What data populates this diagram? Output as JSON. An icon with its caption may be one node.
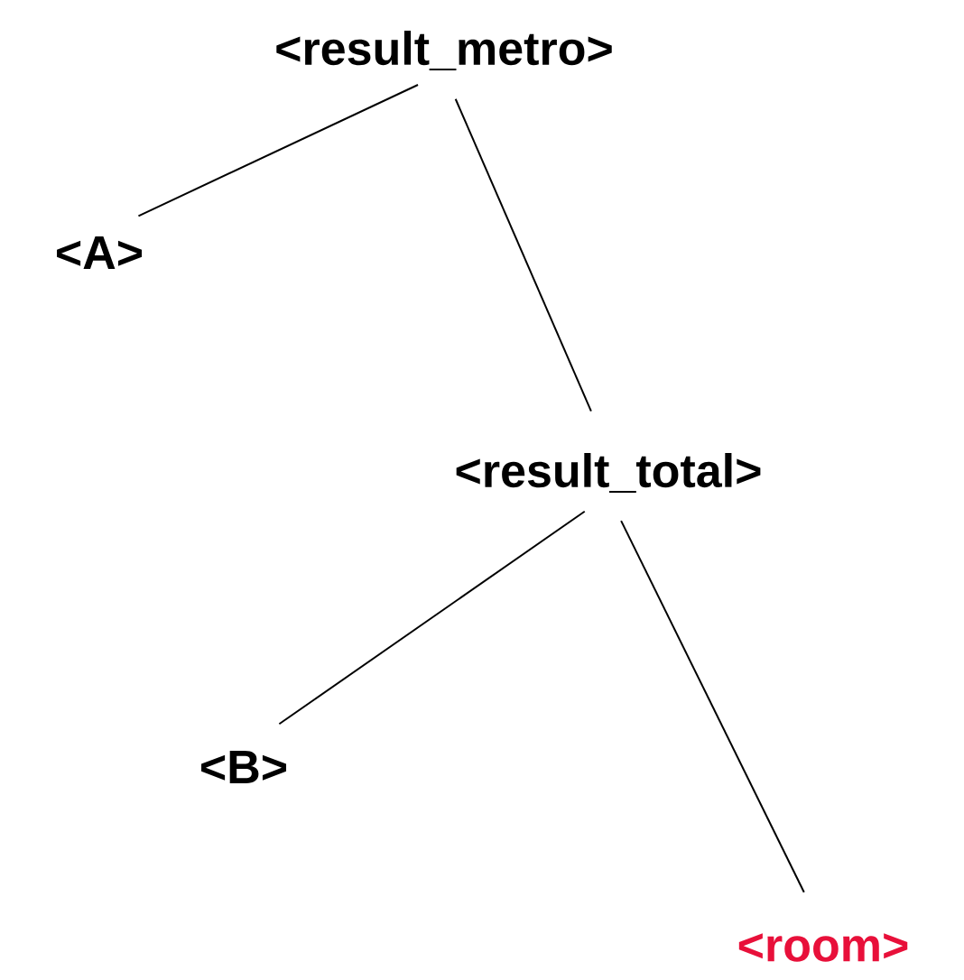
{
  "diagram": {
    "nodes": [
      {
        "text": [
          "<result_metro>"
        ]
      },
      {
        "text": [
          "<A>"
        ]
      },
      {
        "text": [
          "<result_total>"
        ]
      },
      {
        "text": [
          "<B>"
        ]
      },
      {
        "text": [
          "<room>"
        ]
      }
    ],
    "edges": [
      {
        "from": 0,
        "to": 1,
        "arrow": "none"
      },
      {
        "from": 0,
        "to": 2,
        "arrow": "none"
      },
      {
        "from": 2,
        "to": 3,
        "arrow": "none"
      },
      {
        "from": 2,
        "to": 4,
        "arrow": "none"
      }
    ]
  }
}
